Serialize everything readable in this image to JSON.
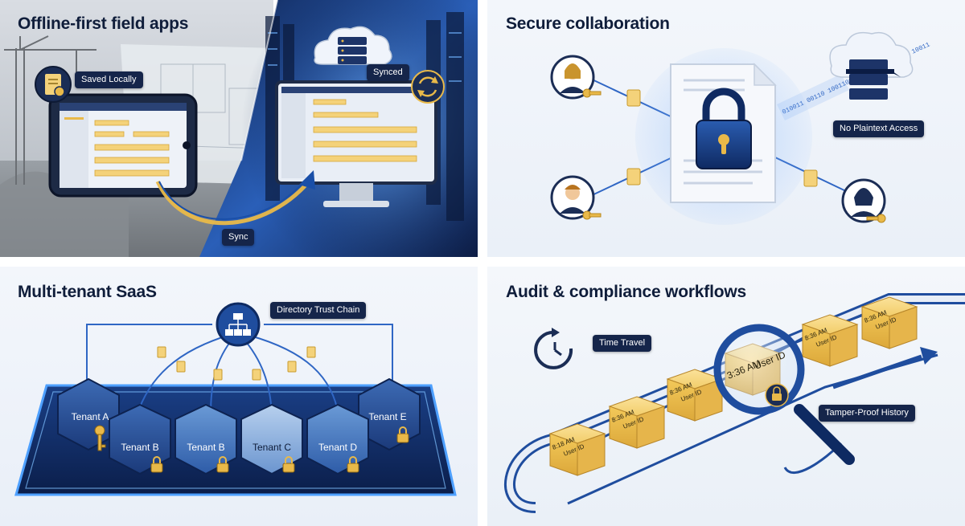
{
  "panels": [
    {
      "title": "Offline-first field apps",
      "labels": {
        "saved": "Saved Locally",
        "synced": "Synced",
        "sync": "Sync"
      },
      "icons": [
        "document-check-icon",
        "cloud-server-icon",
        "sync-icon",
        "crane-icon",
        "tablet-icon",
        "desktop-monitor-icon"
      ]
    },
    {
      "title": "Secure collaboration",
      "labels": {
        "no_plaintext": "No Plaintext Access",
        "binary": "010011 00110 1001101 0110 1010 01100 10011"
      },
      "icons": [
        "user-avatar-icon",
        "key-icon",
        "document-lock-icon",
        "padlock-icon",
        "cloud-server-icon",
        "file-icon"
      ]
    },
    {
      "title": "Multi-tenant SaaS",
      "labels": {
        "directory": "Directory Trust Chain"
      },
      "tenants": [
        "Tenant A",
        "Tenant B",
        "Tenant B",
        "Tenant C",
        "Tenant D",
        "Tenant E"
      ],
      "icons": [
        "org-chart-icon",
        "padlock-icon",
        "key-icon",
        "file-icon"
      ]
    },
    {
      "title": "Audit & compliance workflows",
      "labels": {
        "time_travel": "Time Travel",
        "tamper": "Tamper-Proof History"
      },
      "blocks": [
        {
          "time": "8:18 AM",
          "user": "User ID"
        },
        {
          "time": "8:36 AM",
          "user": "User ID"
        },
        {
          "time": "8:36 AM",
          "user": "User ID"
        },
        {
          "time": "3:36 AM",
          "user": "User ID"
        },
        {
          "time": "8:36 AM",
          "user": "User ID"
        },
        {
          "time": "8:36 AM",
          "user": "User ID"
        }
      ],
      "icons": [
        "clock-icon",
        "magnifier-icon",
        "seal-icon",
        "arrow-right-icon"
      ]
    }
  ],
  "colors": {
    "navy": "#15254a",
    "blue": "#1f5fbf",
    "gold": "#e9b949",
    "glow": "#3a8dff"
  }
}
